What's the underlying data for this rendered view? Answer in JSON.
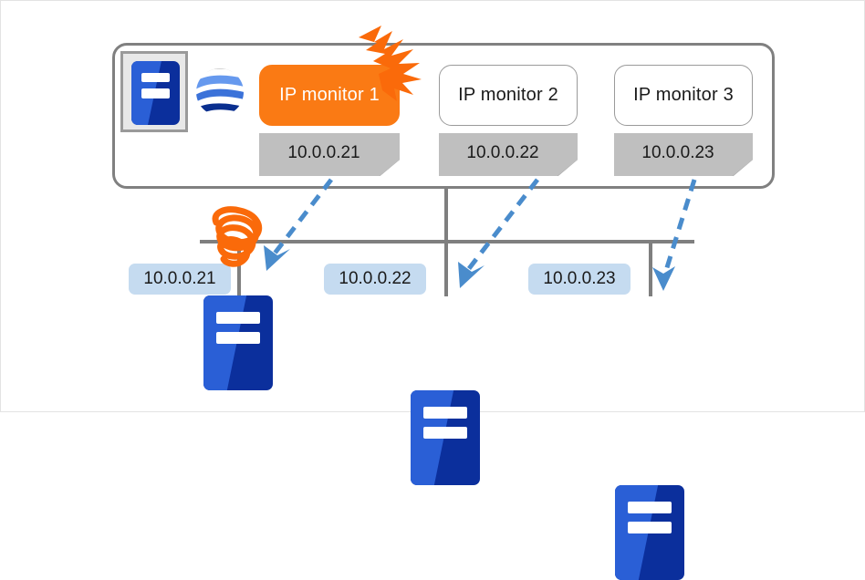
{
  "diagram": {
    "title": "IP monitor redundancy diagram",
    "type": "network-monitoring"
  },
  "monitoring_server": {
    "server_icon_name": "monitoring-server-icon",
    "globe_icon_name": "network-globe-icon",
    "monitors": [
      {
        "label": "IP monitor 1",
        "ip": "10.0.0.21",
        "state": "alert"
      },
      {
        "label": "IP monitor 2",
        "ip": "10.0.0.22",
        "state": "normal"
      },
      {
        "label": "IP monitor 3",
        "ip": "10.0.0.23",
        "state": "normal"
      }
    ]
  },
  "targets": [
    {
      "ip": "10.0.0.21",
      "icon": "server-icon"
    },
    {
      "ip": "10.0.0.22",
      "icon": "server-icon"
    },
    {
      "ip": "10.0.0.23",
      "icon": "server-icon"
    }
  ],
  "annotations": {
    "burst_icon": "lightning-burst-icon",
    "fault_mark_icon": "scribble-fault-icon",
    "arrow_icon": "dashed-arrow-icon",
    "arrow_count": 3
  },
  "colors": {
    "alert_orange": "#fa7a14",
    "note_gray": "#bfbfbf",
    "chip_blue": "#c5dbf0",
    "arrow_blue": "#4a8ccc",
    "line_gray": "#7f7f7f",
    "server_dark": "#0b2f9c",
    "server_light": "#2a5fd6",
    "container_border": "#808080"
  }
}
